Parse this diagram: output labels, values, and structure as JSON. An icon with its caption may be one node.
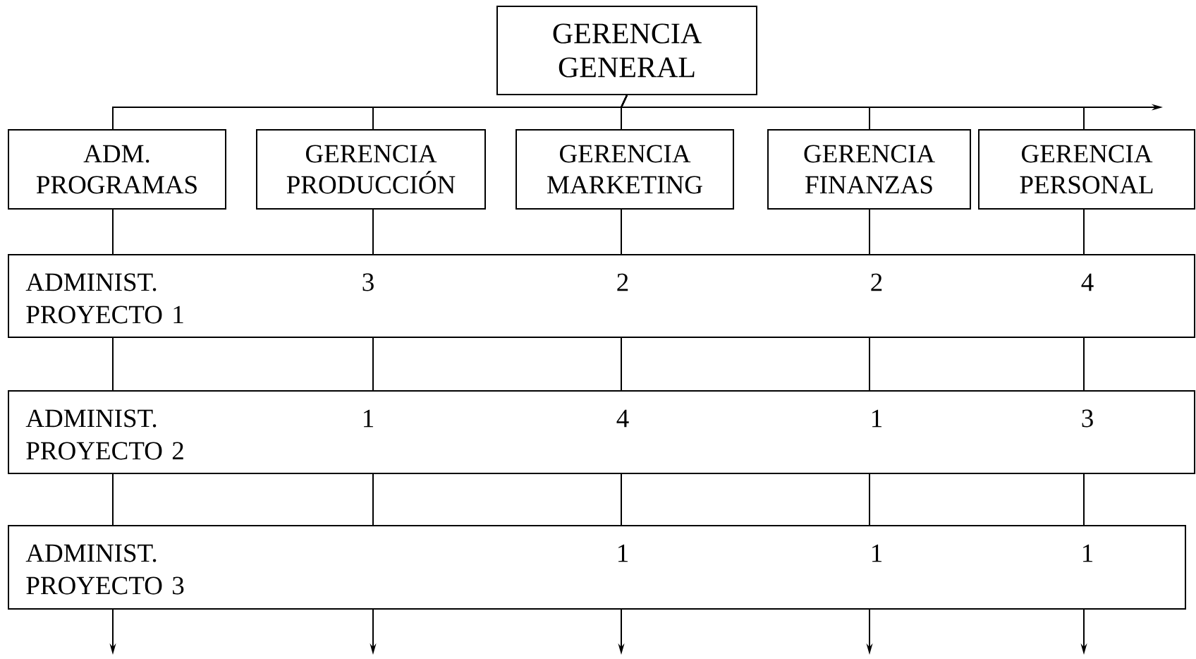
{
  "diagram": {
    "nodes": [
      {
        "text": [
          "GERENCIA GENERAL"
        ]
      },
      {
        "text": [
          "ADM. PROGRAMAS"
        ]
      },
      {
        "text": [
          "GERENCIA PRODUCCIÓN"
        ]
      },
      {
        "text": [
          "GERENCIA MARKETING"
        ]
      },
      {
        "text": [
          "GERENCIA FINANZAS"
        ]
      },
      {
        "text": [
          "GERENCIA PERSONAL"
        ]
      },
      {
        "text": [
          "ADMINIST. PROYECTO 1",
          "3",
          "2",
          "2",
          "4"
        ]
      },
      {
        "text": [
          "ADMINIST. PROYECTO 2",
          "1",
          "4",
          "1",
          "3"
        ]
      },
      {
        "text": [
          "ADMINIST. PROYECTO 3",
          "1",
          "1",
          "1"
        ]
      }
    ],
    "edges": [
      {
        "from": 0,
        "to": 1,
        "arrow": "none"
      },
      {
        "from": 0,
        "to": 2,
        "arrow": "none"
      },
      {
        "from": 0,
        "to": 3,
        "arrow": "none"
      },
      {
        "from": 0,
        "to": 4,
        "arrow": "none"
      },
      {
        "from": 0,
        "to": 5,
        "arrow": "none"
      },
      {
        "from": 0,
        "to": null,
        "arrow": "to"
      },
      {
        "from": 1,
        "to": 6,
        "arrow": "none"
      },
      {
        "from": 6,
        "to": 7,
        "arrow": "none"
      },
      {
        "from": 7,
        "to": 8,
        "arrow": "none"
      },
      {
        "from": 8,
        "to": null,
        "arrow": "to"
      },
      {
        "from": 2,
        "to": 6,
        "arrow": "none"
      },
      {
        "from": 6,
        "to": 7,
        "arrow": "none"
      },
      {
        "from": 7,
        "to": 8,
        "arrow": "none"
      },
      {
        "from": 8,
        "to": null,
        "arrow": "to"
      },
      {
        "from": 3,
        "to": 6,
        "arrow": "none"
      },
      {
        "from": 6,
        "to": 7,
        "arrow": "none"
      },
      {
        "from": 7,
        "to": 8,
        "arrow": "none"
      },
      {
        "from": 8,
        "to": null,
        "arrow": "to"
      },
      {
        "from": 4,
        "to": 6,
        "arrow": "none"
      },
      {
        "from": 6,
        "to": 7,
        "arrow": "none"
      },
      {
        "from": 7,
        "to": 8,
        "arrow": "none"
      },
      {
        "from": 8,
        "to": null,
        "arrow": "to"
      },
      {
        "from": 5,
        "to": 6,
        "arrow": "none"
      },
      {
        "from": 6,
        "to": 7,
        "arrow": "none"
      },
      {
        "from": 7,
        "to": 8,
        "arrow": "none"
      },
      {
        "from": 8,
        "to": null,
        "arrow": "to"
      }
    ]
  }
}
